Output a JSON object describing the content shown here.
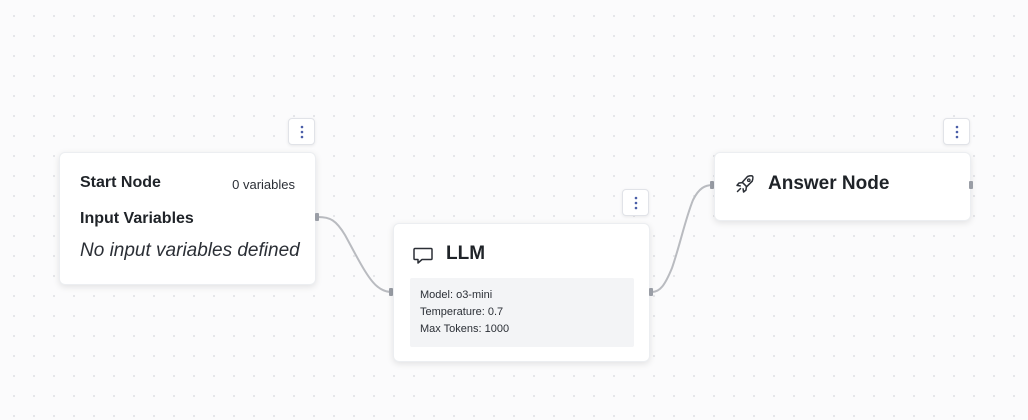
{
  "canvas": {
    "edge_color": "#b9bbc0",
    "handle_color": "#9a9ea6"
  },
  "edges": [
    {
      "from": "start_node",
      "to": "llm_node"
    },
    {
      "from": "llm_node",
      "to": "answer_node"
    }
  ],
  "start_node": {
    "title": "Start Node",
    "variable_count": "0 variables",
    "section_title": "Input Variables",
    "empty_message": "No input variables defined",
    "menu_icon": "vertical-ellipsis-icon"
  },
  "llm_node": {
    "title": "LLM",
    "icon": "chat-bubble-icon",
    "model": "Model: o3-mini",
    "temperature": "Temperature: 0.7",
    "max_tokens": "Max Tokens: 1000",
    "menu_icon": "vertical-ellipsis-icon"
  },
  "answer_node": {
    "title": "Answer Node",
    "icon": "rocket-icon",
    "menu_icon": "vertical-ellipsis-icon"
  }
}
